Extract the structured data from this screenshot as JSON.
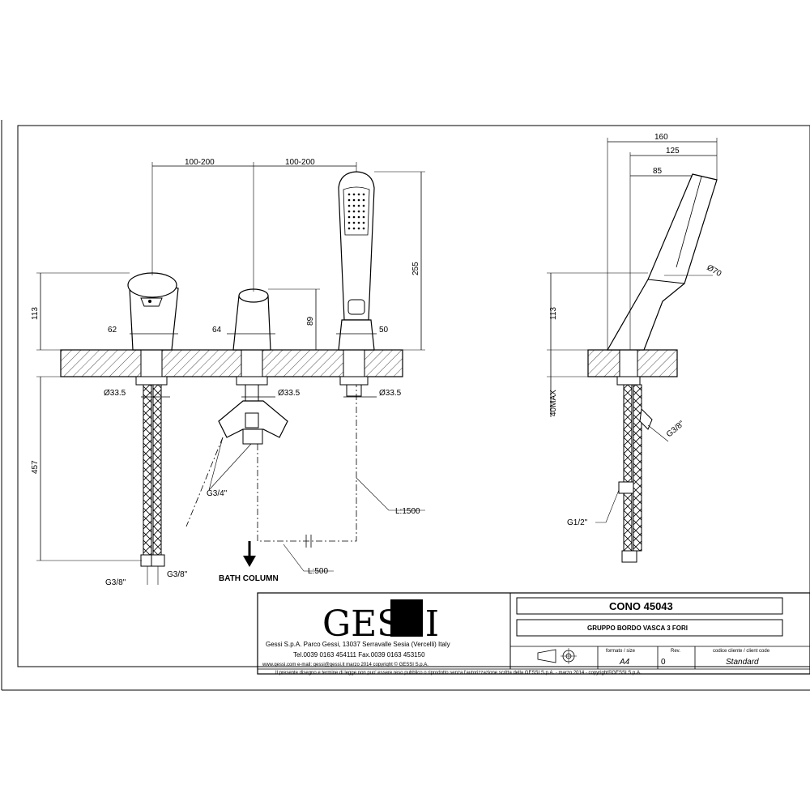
{
  "dimensions": {
    "spacing_left": "100-200",
    "spacing_right": "100-200",
    "hand_shower_height": "255",
    "spout_height_left": "113",
    "handle_height": "89",
    "body_62": "62",
    "body_64": "64",
    "body_50": "50",
    "dia_left": "Ø33.5",
    "dia_mid": "Ø33.5",
    "dia_right": "Ø33.5",
    "hose_length": "457",
    "g38_left": "G3/8\"",
    "g38_right": "G3/8\"",
    "g34": "G3/4\"",
    "l1500": "L:1500",
    "l500": "L:500",
    "bath_column": "BATH COLUMN",
    "side_160": "160",
    "side_125": "125",
    "side_85": "85",
    "side_dia70": "Ø70",
    "side_113": "113",
    "side_40max": "40MAX",
    "side_g38": "G3/8\"",
    "side_g12": "G1/2\""
  },
  "title_block": {
    "logo": "GESSI",
    "address_line1": "Gessi S.p.A. Parco Gessi, 13037 Serravalle Sesia (Vercelli) Italy",
    "address_line2": "Tel.0039 0163 454111 Fax.0039 0163 453150",
    "address_line3": "www.gessi.com e-mail: gessi@gessi.it marzo 2014 copyright © GESSI S.p.A.",
    "product_name": "CONO 45043",
    "product_desc": "GRUPPO BORDO VASCA 3 FORI",
    "format_label": "formato / size",
    "format_value": "A4",
    "rev_label": "Rev.",
    "rev_value": "0",
    "client_code_label": "codice cliente / client code",
    "client_code_value": "Standard",
    "disclaimer": "Il presente disegno e termine di legge non puo' essere reso pubblico o riprodotto senza l'autorizzazione scritta della GESSI S.p.A. - marzo 2014 - copyright©GESSI S.p.A."
  }
}
